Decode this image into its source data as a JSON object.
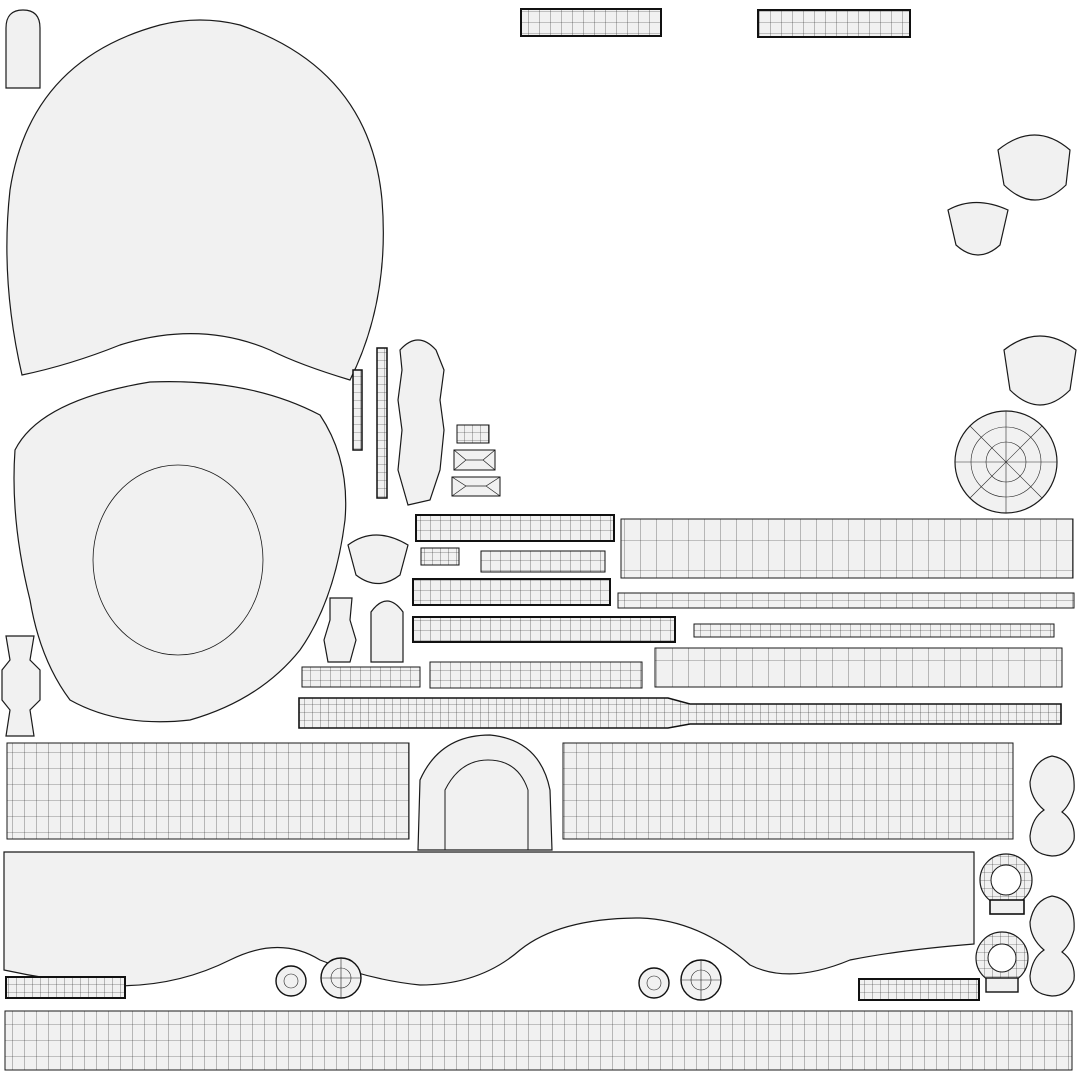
{
  "theme": {
    "background": "#ffffff",
    "island_fill": "#f1f1f1",
    "edge_color": "#1a1a1a"
  },
  "islands": [
    {
      "kind": "dome",
      "density": "high"
    },
    {
      "kind": "face",
      "density": "high"
    },
    {
      "kind": "strip",
      "density": "medium"
    },
    {
      "kind": "radial-disc",
      "density": "medium"
    },
    {
      "kind": "ring",
      "density": "medium"
    },
    {
      "kind": "capsule",
      "density": "medium"
    }
  ]
}
